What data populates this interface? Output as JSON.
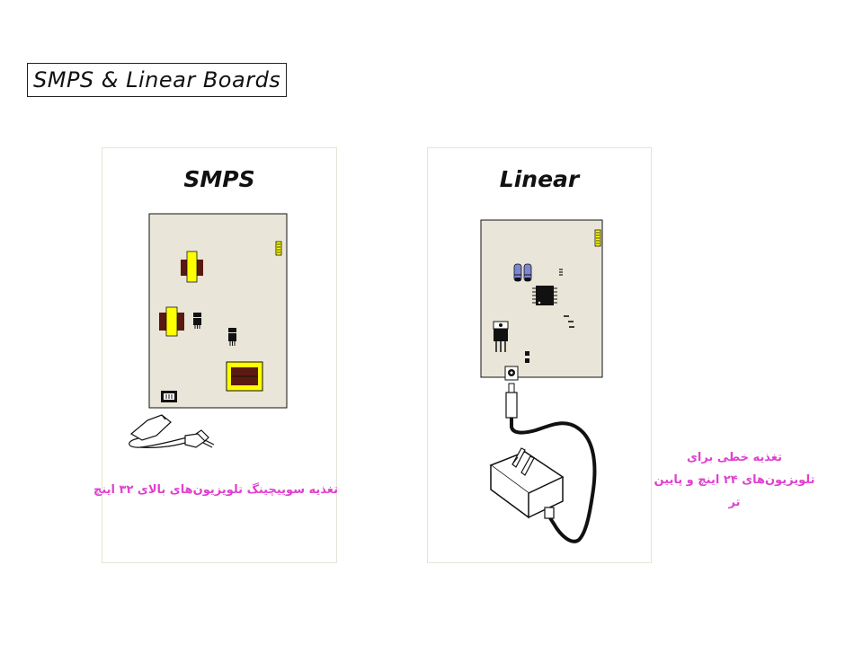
{
  "header": {
    "title": "SMPS & Linear Boards"
  },
  "panels": {
    "smps": {
      "title": "SMPS",
      "caption": "تغذیه سوییچینگ تلویزیون‌های بالای ۳۲ اینچ"
    },
    "linear": {
      "title": "Linear",
      "caption": "تغذیه خطی برای تلویزیون‌های ۲۴ اینچ و پایین تر"
    }
  },
  "colors": {
    "board": "#e9e5d8",
    "transformer_core": "#ffff00",
    "transformer_winding": "#5a1a10",
    "caption": "#e040d0",
    "capacitor": "#7f86d0"
  }
}
